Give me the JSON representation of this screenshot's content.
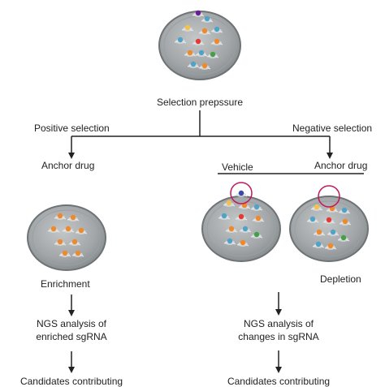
{
  "labels": {
    "selection_pressure": "Selection prepssure",
    "positive_selection": "Positive selection",
    "negative_selection": "Negative selection",
    "anchor_drug_left": "Anchor drug",
    "vehicle": "Vehicle",
    "anchor_drug_right": "Anchor drug",
    "enrichment": "Enrichment",
    "depletion": "Depletion",
    "ngs_left_line1": "NGS analysis of",
    "ngs_left_line2": "enriched sgRNA",
    "ngs_right_line1": "NGS analysis of",
    "ngs_right_line2": "changes in sgRNA",
    "candidates_left": "Candidates contributing",
    "candidates_right": "Candidates contributing"
  },
  "colors": {
    "dish_fill": "#a9adae",
    "dish_rim": "#6e7375",
    "highlight_circle": "#c2185b",
    "cell_blue": "#3949ab",
    "cell_red": "#e53935",
    "cell_green": "#43a047",
    "cell_orange": "#ef8a2c",
    "cell_purple": "#6a1b9a",
    "cell_teal": "#4fa3c7",
    "cell_yellow": "#f2c14e"
  }
}
